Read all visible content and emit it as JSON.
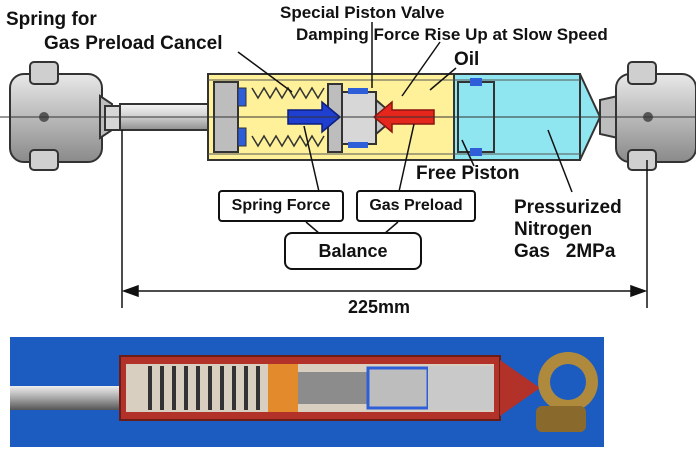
{
  "labels": {
    "spring_for": "Spring for",
    "gas_preload_cancel": "Gas Preload Cancel",
    "special_piston_valve": "Special Piston Valve",
    "damping_force": "Damping Force Rise Up at Slow Speed",
    "oil": "Oil",
    "free_piston": "Free Piston",
    "pressurized": "Pressurized",
    "nitrogen": "Nitrogen",
    "gas_pressure": "Gas   2MPa",
    "spring_force": "Spring Force",
    "gas_preload": "Gas Preload",
    "balance": "Balance",
    "dimension": "225mm"
  },
  "colors": {
    "oil": "#fff199",
    "nitrogen_gas": "#8fe6f0",
    "force_arrow_left": "#1e3fd0",
    "force_arrow_right": "#e4261c",
    "body_red": "#b2322a",
    "photo_background": "#1c5bbf"
  },
  "icons": {
    "force_arrows": "opposing-force-arrows",
    "dimension_line": "double-headed-arrow"
  }
}
